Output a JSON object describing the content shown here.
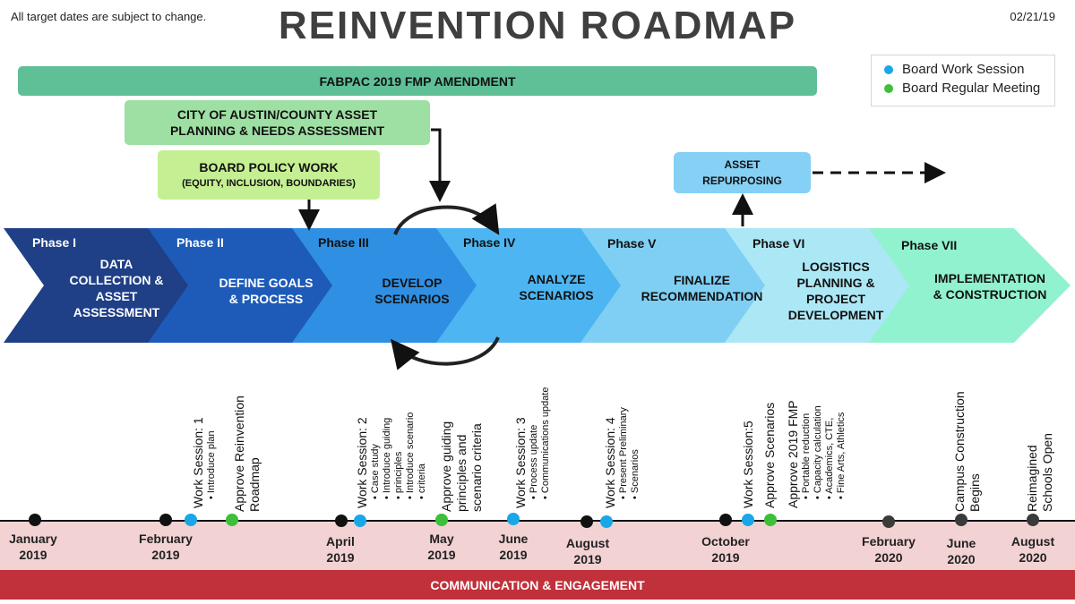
{
  "header": {
    "note": "All target dates are subject to change.",
    "title": "REINVENTION ROADMAP",
    "date": "02/21/19"
  },
  "legend": {
    "items": [
      {
        "label": "Board Work Session",
        "color": "#1aa7e8"
      },
      {
        "label": "Board Regular Meeting",
        "color": "#3dbf3a"
      }
    ]
  },
  "bars": {
    "fabpac": "FABPAC 2019 FMP AMENDMENT",
    "city_line1": "CITY OF AUSTIN/COUNTY ASSET",
    "city_line2": "PLANNING & NEEDS ASSESSMENT",
    "board_line1": "BOARD POLICY WORK",
    "board_line2": "(EQUITY, INCLUSION, BOUNDARIES)",
    "asset_line1": "ASSET",
    "asset_line2": "REPURPOSING"
  },
  "phases": [
    {
      "label": "Phase I",
      "lines": [
        "DATA",
        "COLLECTION &",
        "ASSET",
        "ASSESSMENT"
      ],
      "color": "#1f3f86"
    },
    {
      "label": "Phase II",
      "lines": [
        "DEFINE GOALS",
        "& PROCESS"
      ],
      "color": "#1e5bb8"
    },
    {
      "label": "Phase III",
      "lines": [
        "DEVELOP",
        "SCENARIOS"
      ],
      "color": "#2f8fe3"
    },
    {
      "label": "Phase IV",
      "lines": [
        "ANALYZE",
        "SCENARIOS"
      ],
      "color": "#4db6f2"
    },
    {
      "label": "Phase V",
      "lines": [
        "FINALIZE",
        "RECOMMENDATION"
      ],
      "color": "#7fcff4"
    },
    {
      "label": "Phase VI",
      "lines": [
        "LOGISTICS",
        "PLANNING &",
        "PROJECT",
        "DEVELOPMENT"
      ],
      "color": "#ace7f5"
    },
    {
      "label": "Phase VII",
      "lines": [
        "IMPLEMENTATION",
        "& CONSTRUCTION"
      ],
      "color": "#91f2cf"
    }
  ],
  "events": [
    {
      "main": [
        "Work Session: 1"
      ],
      "sub": [
        "Introduce plan"
      ]
    },
    {
      "main": [
        "Approve Reinvention",
        "Roadmap"
      ],
      "sub": []
    },
    {
      "main": [
        "Work Session: 2"
      ],
      "sub": [
        "Case study",
        "Introduce guiding",
        "principles",
        "Introduce scenario",
        "criteria"
      ]
    },
    {
      "main": [
        "Approve guiding",
        "principles and",
        "scenario criteria"
      ],
      "sub": []
    },
    {
      "main": [
        "Work Session: 3"
      ],
      "sub": [
        "Process update",
        "Communications update"
      ]
    },
    {
      "main": [
        "Work Session: 4"
      ],
      "sub": [
        "Present Preliminary",
        "Scenarios"
      ]
    },
    {
      "main": [
        "Work Session:5"
      ],
      "sub": []
    },
    {
      "main": [
        "Approve Scenarios"
      ],
      "sub": []
    },
    {
      "main": [
        "Approve 2019 FMP"
      ],
      "sub": [
        "Portable reduction",
        "Capacity calculation",
        "Academics, CTE,",
        "Fine Arts, Athletics"
      ]
    },
    {
      "main": [
        "Campus Construction",
        "Begins"
      ],
      "sub": []
    },
    {
      "main": [
        "Reimagined",
        "Schools Open"
      ],
      "sub": []
    }
  ],
  "timeline": {
    "months": [
      {
        "line1": "January",
        "line2": "2019"
      },
      {
        "line1": "February",
        "line2": "2019"
      },
      {
        "line1": "April",
        "line2": "2019"
      },
      {
        "line1": "May",
        "line2": "2019"
      },
      {
        "line1": "June",
        "line2": "2019"
      },
      {
        "line1": "August",
        "line2": "2019"
      },
      {
        "line1": "October",
        "line2": "2019"
      },
      {
        "line1": "February",
        "line2": "2020"
      },
      {
        "line1": "June",
        "line2": "2020"
      },
      {
        "line1": "August",
        "line2": "2020"
      }
    ],
    "colors": {
      "milestone": "#111111",
      "future": "#3a3a3a",
      "work": "#1aa7e8",
      "regular": "#3dbf3a"
    }
  },
  "footer": {
    "communication": "COMMUNICATION & ENGAGEMENT"
  }
}
